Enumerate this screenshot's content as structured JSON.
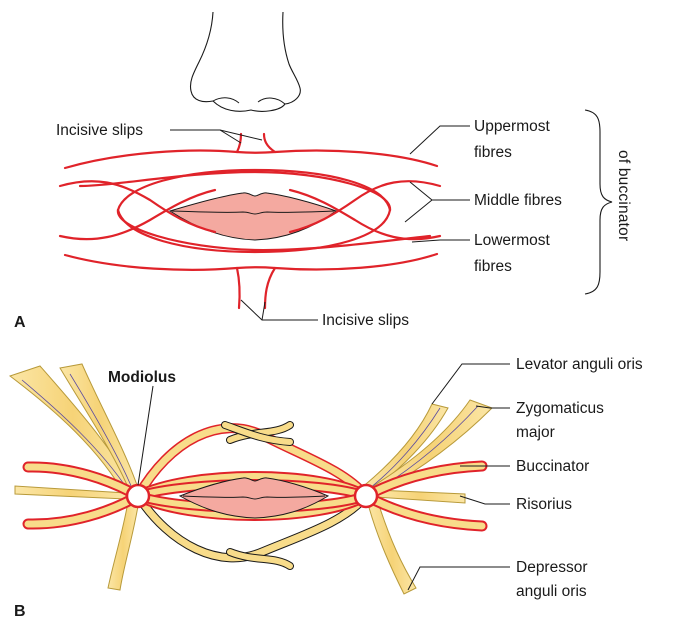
{
  "figure": {
    "panel_a": {
      "letter": "A",
      "labels": {
        "incisive_slips_top": "Incisive slips",
        "uppermost_line1": "Uppermost",
        "uppermost_line2": "fibres",
        "middle_fibres": "Middle fibres",
        "lowermost_line1": "Lowermost",
        "lowermost_line2": "fibres",
        "incisive_slips_bottom": "Incisive slips",
        "of_buccinator": "of buccinator"
      }
    },
    "panel_b": {
      "letter": "B",
      "labels": {
        "modiolus": "Modiolus",
        "levator_anguli_oris": "Levator anguli oris",
        "zygomaticus_line1": "Zygomaticus",
        "zygomaticus_line2": "major",
        "buccinator": "Buccinator",
        "risorius": "Risorius",
        "depressor_line1": "Depressor",
        "depressor_line2": "anguli oris"
      }
    },
    "colors": {
      "fibre_red": "#e0232a",
      "lip_fill": "#f4a9a0",
      "muscle_fill": "#f8dc8a",
      "muscle_stroke": "#b89a3a",
      "modiolus_ring": "#e0232a"
    }
  }
}
